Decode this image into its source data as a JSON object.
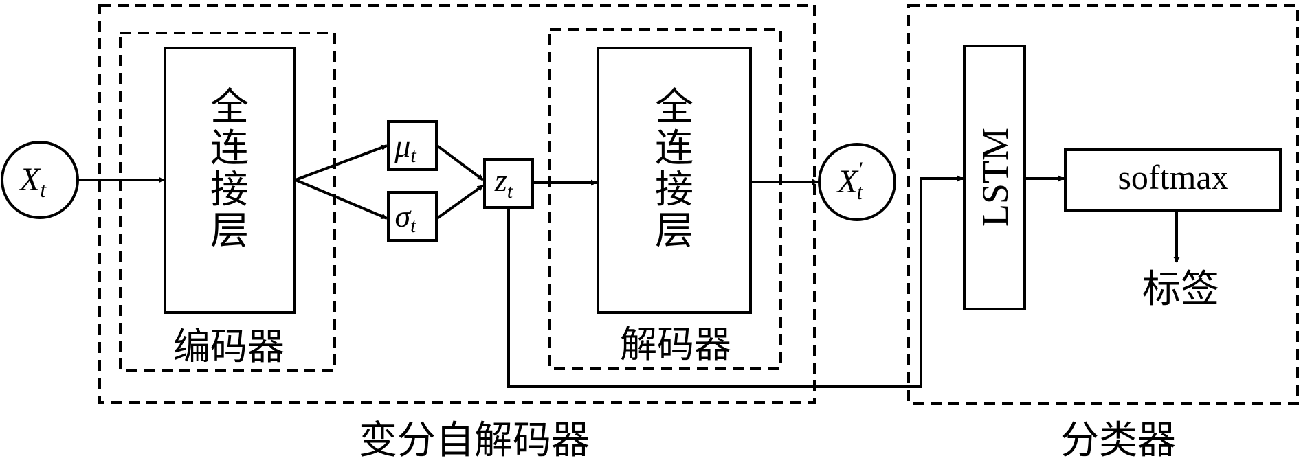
{
  "input_node": {
    "base": "X",
    "sub": "t"
  },
  "encoder": {
    "fc_label": [
      "全",
      "连",
      "接",
      "层"
    ],
    "group_label": "编码器"
  },
  "latent": {
    "mu": {
      "base": "μ",
      "sub": "t"
    },
    "sigma": {
      "base": "σ",
      "sub": "t"
    },
    "z": {
      "base": "z",
      "sub": "t"
    }
  },
  "decoder": {
    "fc_label": [
      "全",
      "连",
      "接",
      "层"
    ],
    "group_label": "解码器"
  },
  "output_node": {
    "base": "X",
    "sub": "t",
    "sup": "′"
  },
  "vae_group_label": "变分自解码器",
  "classifier": {
    "lstm_label": "LSTM",
    "softmax_label": "softmax",
    "output_label": "标签",
    "group_label": "分类器"
  }
}
